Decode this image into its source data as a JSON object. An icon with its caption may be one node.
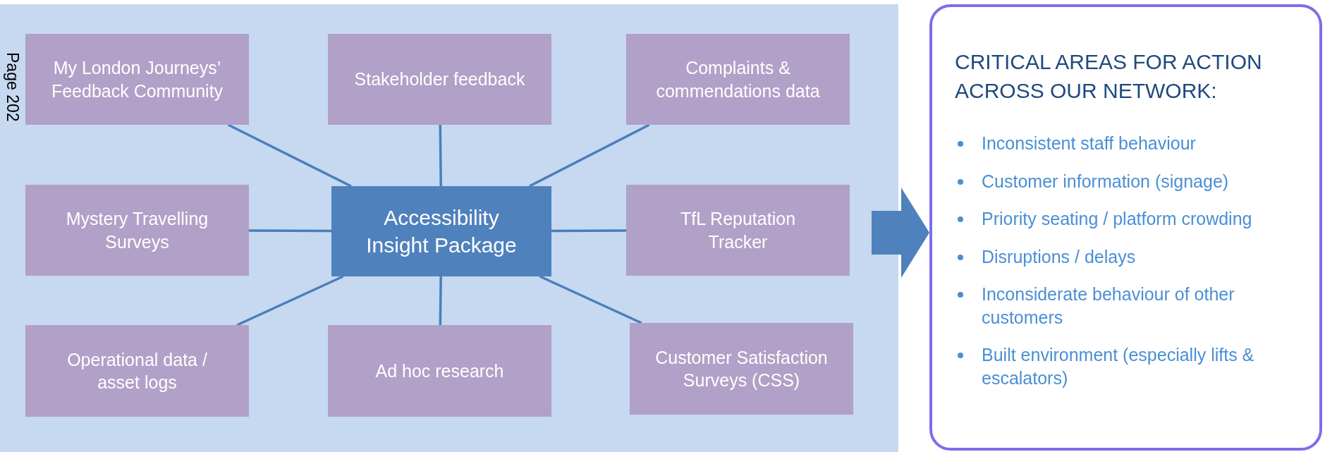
{
  "diagram": {
    "nodes": [
      {
        "text": [],
        "shape": "box"
      },
      {
        "text": [
          "My London Journeys’ Feedback Community"
        ],
        "in": 0
      },
      {
        "text": [
          "Stakeholder feedback"
        ],
        "in": 0
      },
      {
        "text": [
          "Complaints & commendations data"
        ],
        "in": 0
      },
      {
        "text": [
          "Mystery Travelling Surveys"
        ],
        "in": 0
      },
      {
        "text": [
          "Accessibility Insight Package"
        ],
        "in": 0
      },
      {
        "text": [
          "TfL Reputation Tracker"
        ],
        "in": 0
      },
      {
        "text": [
          "Operational data / asset logs"
        ],
        "in": 0
      },
      {
        "text": [
          "Ad hoc research"
        ],
        "in": 0
      },
      {
        "text": [
          "Customer Satisfaction Surveys (CSS)"
        ],
        "in": 0
      },
      {
        "text": [
          "CRITICAL AREAS FOR ACTION ACROSS OUR NETWORK:",
          "Inconsistent staff behaviour",
          "Customer information (signage)",
          "Priority seating / platform crowding",
          "Disruptions / delays",
          "Inconsiderate behaviour of other customers",
          "Built environment (especially lifts & escalators)"
        ]
      }
    ],
    "edges": [
      {
        "from": 5,
        "to": 1,
        "arrow": "none"
      },
      {
        "from": 5,
        "to": 2,
        "arrow": "none"
      },
      {
        "from": 5,
        "to": 3,
        "arrow": "none"
      },
      {
        "from": 5,
        "to": 4,
        "arrow": "none"
      },
      {
        "from": 5,
        "to": 6,
        "arrow": "none"
      },
      {
        "from": 5,
        "to": 7,
        "arrow": "none"
      },
      {
        "from": 5,
        "to": 8,
        "arrow": "none"
      },
      {
        "from": 5,
        "to": 9,
        "arrow": "none"
      },
      {
        "from": 0,
        "to": 10,
        "arrow": "to",
        "style": "thick"
      }
    ],
    "labels": [
      "Page 202"
    ]
  }
}
